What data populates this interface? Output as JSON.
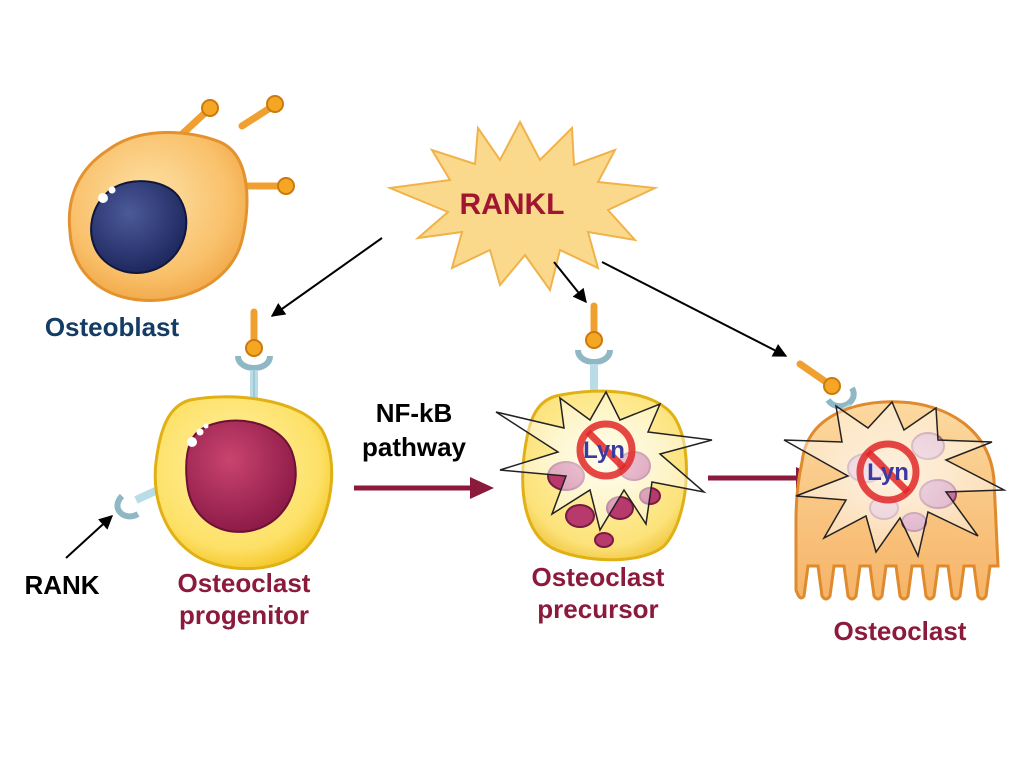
{
  "labels": {
    "rankl": "RANKL",
    "osteoblast": "Osteoblast",
    "rank": "RANK",
    "progenitor_line1": "Osteoclast",
    "progenitor_line2": "progenitor",
    "pathway_line1": "NF-kB",
    "pathway_line2": "pathway",
    "precursor_line1": "Osteoclast",
    "precursor_line2": "precursor",
    "osteoclast": "Osteoclast",
    "lyn_precursor": "Lyn",
    "lyn_osteoclast": "Lyn"
  },
  "colors": {
    "osteoblast_label": "#143c64",
    "cell_label": "#8b1a3c",
    "rankl_text": "#a01632",
    "rankl_fill": "#fbd98c",
    "black_text": "#000000",
    "stage_arrow": "#8b1a3c",
    "ligand": "#f5a623",
    "receptor": "#b9dde6",
    "lyn_text": "#3a3aa0",
    "no_sign": "#e02828"
  }
}
